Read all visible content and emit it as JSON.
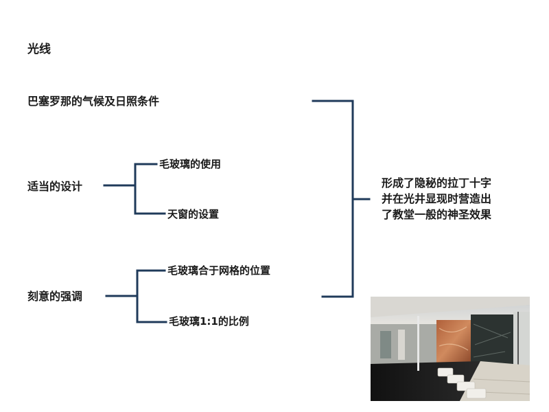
{
  "title": "光线",
  "factors": {
    "climate": "巴塞罗那的气候及日照条件",
    "design": {
      "label": "适当的设计",
      "items": [
        "毛玻璃的使用",
        "天窗的设置"
      ]
    },
    "emphasis": {
      "label": "刻意的强调",
      "items": [
        "毛玻璃合于网格的位置",
        "毛玻璃1:1的比例"
      ]
    }
  },
  "result": {
    "lines": [
      "形成了隐秘的拉丁十字",
      "并在光井显现时营造出",
      "了教堂一般的神圣效果"
    ]
  },
  "colors": {
    "line": "#1f3a5a",
    "text": "#1a1a1a"
  }
}
